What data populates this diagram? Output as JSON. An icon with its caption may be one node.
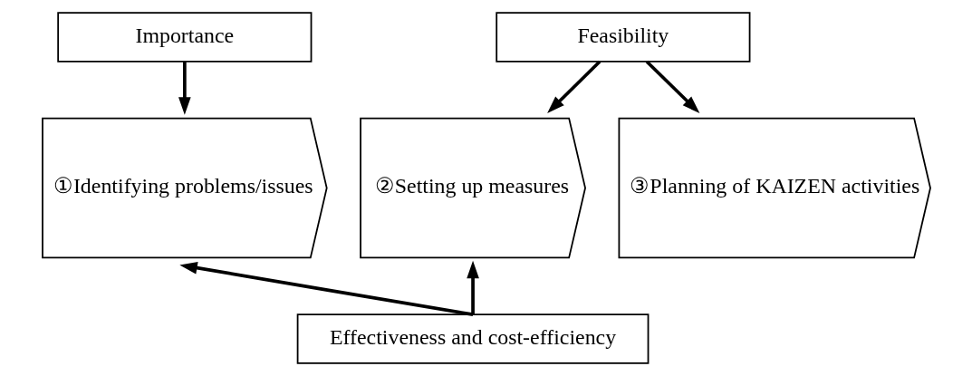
{
  "diagram": {
    "nodes": [
      {
        "text": [
          "Importance"
        ]
      },
      {
        "text": [
          "Feasibility"
        ]
      },
      {
        "text": [
          "①Identifying problems/issues"
        ]
      },
      {
        "text": [
          "②Setting up measures"
        ]
      },
      {
        "text": [
          "③Planning of KAIZEN activities"
        ]
      },
      {
        "text": [
          "Effectiveness and cost-efficiency"
        ]
      }
    ],
    "edges": [
      {
        "from": 0,
        "to": 2,
        "arrow": "to"
      },
      {
        "from": 1,
        "to": 3,
        "arrow": "to"
      },
      {
        "from": 1,
        "to": 4,
        "arrow": "to"
      },
      {
        "from": 5,
        "to": 2,
        "arrow": "to"
      },
      {
        "from": 5,
        "to": 3,
        "arrow": "to"
      }
    ]
  }
}
